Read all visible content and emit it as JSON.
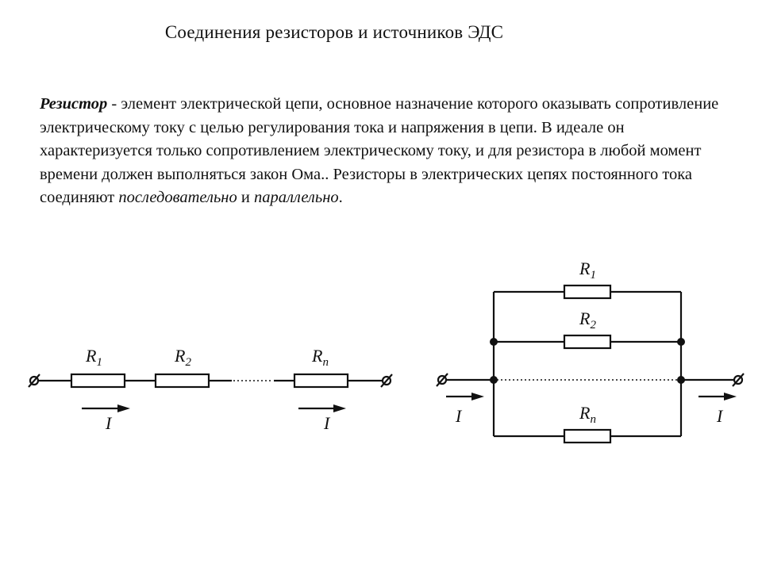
{
  "page": {
    "title": "Соединения резисторов и источников ЭДС"
  },
  "paragraph": {
    "term": "Резистор",
    "text_1": " - элемент электрической цепи, основное назначение которого оказывать сопротивление электрическому току с целью регулирования тока и напряжения в цепи. В идеале он характеризуется только сопротивлением электрическому току, и для резистора в любой момент времени должен выполняться закон Ома.. Резисторы в электрических цепях постоянного тока соединяют ",
    "italic_1": "последовательно",
    "text_2": " и ",
    "italic_2": "параллельно",
    "text_3": "."
  },
  "series_circuit": {
    "resistors": [
      {
        "letter": "R",
        "subscript": "1"
      },
      {
        "letter": "R",
        "subscript": "2"
      },
      {
        "letter": "R",
        "subscript": "n"
      }
    ],
    "current_label": "I"
  },
  "parallel_circuit": {
    "resistors": [
      {
        "letter": "R",
        "subscript": "1"
      },
      {
        "letter": "R",
        "subscript": "2"
      },
      {
        "letter": "R",
        "subscript": "n"
      }
    ],
    "current_label": "I"
  },
  "colors": {
    "ink": "#111111",
    "background": "#ffffff"
  }
}
